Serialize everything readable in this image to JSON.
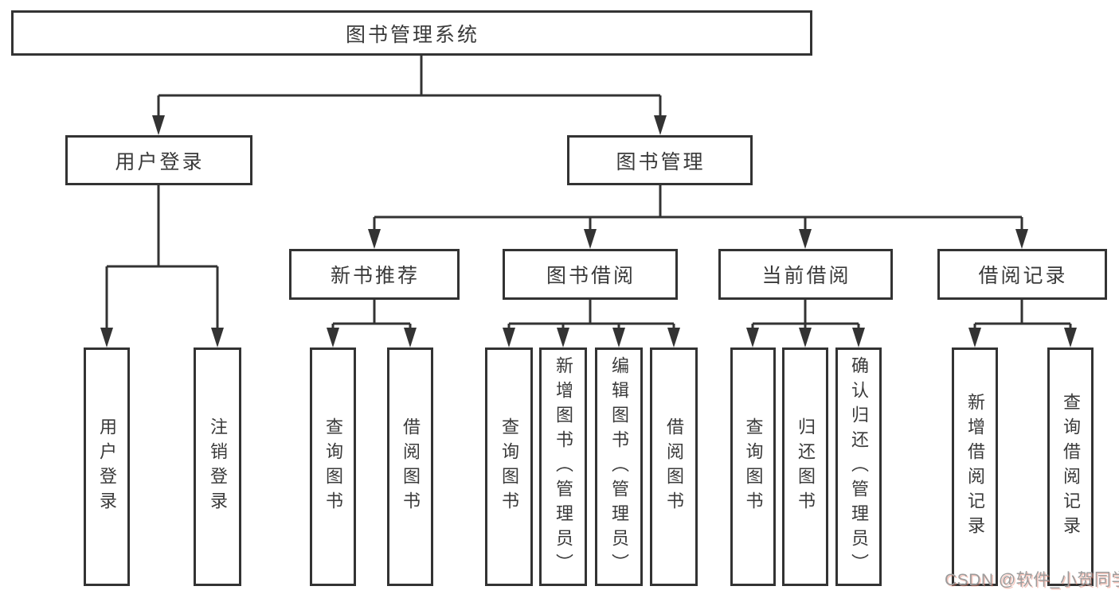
{
  "diagram": {
    "root": {
      "label": "图书管理系统"
    },
    "branches": [
      {
        "label": "用户登录",
        "children": [
          {
            "label": "用户登录"
          },
          {
            "label": "注销登录"
          }
        ]
      },
      {
        "label": "图书管理",
        "children": [
          {
            "label": "新书推荐",
            "children": [
              {
                "label": "查询图书"
              },
              {
                "label": "借阅图书"
              }
            ]
          },
          {
            "label": "图书借阅",
            "children": [
              {
                "label": "查询图书"
              },
              {
                "label": "新增图书（管理员）"
              },
              {
                "label": "编辑图书（管理员）"
              },
              {
                "label": "借阅图书"
              }
            ]
          },
          {
            "label": "当前借阅",
            "children": [
              {
                "label": "查询图书"
              },
              {
                "label": "归还图书"
              },
              {
                "label": "确认归还（管理员）"
              }
            ]
          },
          {
            "label": "借阅记录",
            "children": [
              {
                "label": "新增借阅记录"
              },
              {
                "label": "查询借阅记录"
              }
            ]
          }
        ]
      }
    ]
  },
  "watermark": {
    "text": "CSDN @软件_小贺同学"
  },
  "colors": {
    "line": "#333333",
    "text": "#3a3a3a",
    "watermark": "#9c9c9c",
    "background": "#ffffff"
  }
}
